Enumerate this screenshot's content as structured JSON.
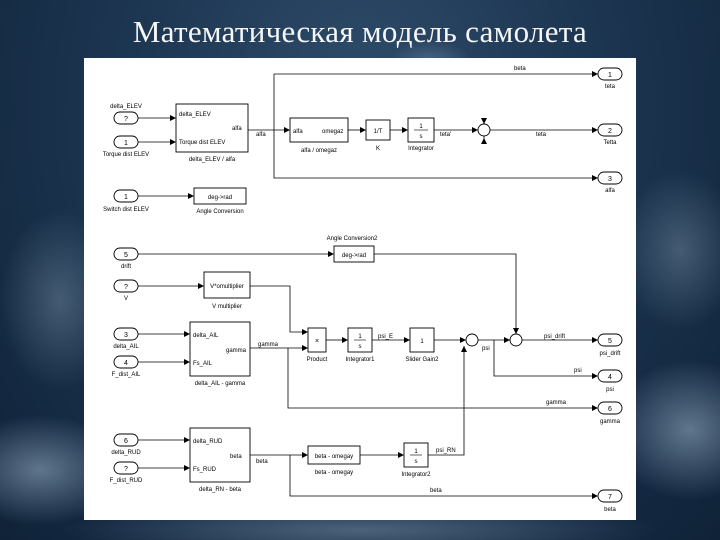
{
  "title": "Математическая модель самолета",
  "ports_in": [
    {
      "num": "?",
      "label": "delta_ELEV"
    },
    {
      "num": "1",
      "label": "Torque dist ELEV"
    },
    {
      "num": "1",
      "label": "Switch dist ELEV"
    },
    {
      "num": "5",
      "label": "drift"
    },
    {
      "num": "?",
      "label": "V"
    },
    {
      "num": "3",
      "label": "delta_AIL"
    },
    {
      "num": "4",
      "label": "F_dist_AIL"
    },
    {
      "num": "6",
      "label": "delta_RUD"
    },
    {
      "num": "?",
      "label": "F_dist_RUD"
    }
  ],
  "ports_out": [
    {
      "num": "1",
      "label": "teta"
    },
    {
      "num": "2",
      "label": "Tetta"
    },
    {
      "num": "3",
      "label": "alfa"
    },
    {
      "num": "5",
      "label": "psi_drift"
    },
    {
      "num": "4",
      "label": "psi"
    },
    {
      "num": "6",
      "label": "gamma"
    },
    {
      "num": "7",
      "label": "beta"
    }
  ],
  "blocks": {
    "elev_sub": {
      "in1": "delta_ELEV",
      "in2": "Torque dist ELEV",
      "out": "alfa",
      "name": "delta_ELEV / alfa"
    },
    "alfa_omega": {
      "in": "alfa",
      "out": "omegaz",
      "name": "alfa / omegaz"
    },
    "gain_1t": {
      "text": "1/T",
      "name": "K"
    },
    "integ1": {
      "num": "1",
      "den": "s",
      "name": "Integrator"
    },
    "angle_conv": {
      "text": "deg->rad",
      "name": "Angle Conversion"
    },
    "angle_conv2": {
      "text": "deg->rad",
      "name": "Angle Conversion2"
    },
    "vmult": {
      "text": "V*omultiplier",
      "name": "V multiplier"
    },
    "ail_sub": {
      "in1": "delta_AIL",
      "in2": "Fs_AIL",
      "out": "gamma",
      "name": "delta_AIL - gamma"
    },
    "product": {
      "name": "Product"
    },
    "integ2": {
      "num": "1",
      "den": "s",
      "name": "Integrator1"
    },
    "gain_slider": {
      "text": "1",
      "name": "Slider Gain2"
    },
    "rud_sub": {
      "in1": "delta_RUD",
      "in2": "Fs_RUD",
      "out": "beta",
      "name": "delta_RN - beta"
    },
    "beta_omega": {
      "text": "beta - omegay",
      "name": "beta - omegay"
    },
    "integ3": {
      "num": "1",
      "den": "s",
      "name": "Integrator2"
    }
  },
  "wire_labels": {
    "beta_top": "beta",
    "alfa": "alfa",
    "teta_dot": "teta'",
    "teta": "teta",
    "gamma": "gamma",
    "psi_E": "psi_E",
    "psi": "psi",
    "psi_drift": "psi_drift",
    "psi_RN": "psi_RN",
    "beta": "beta"
  }
}
